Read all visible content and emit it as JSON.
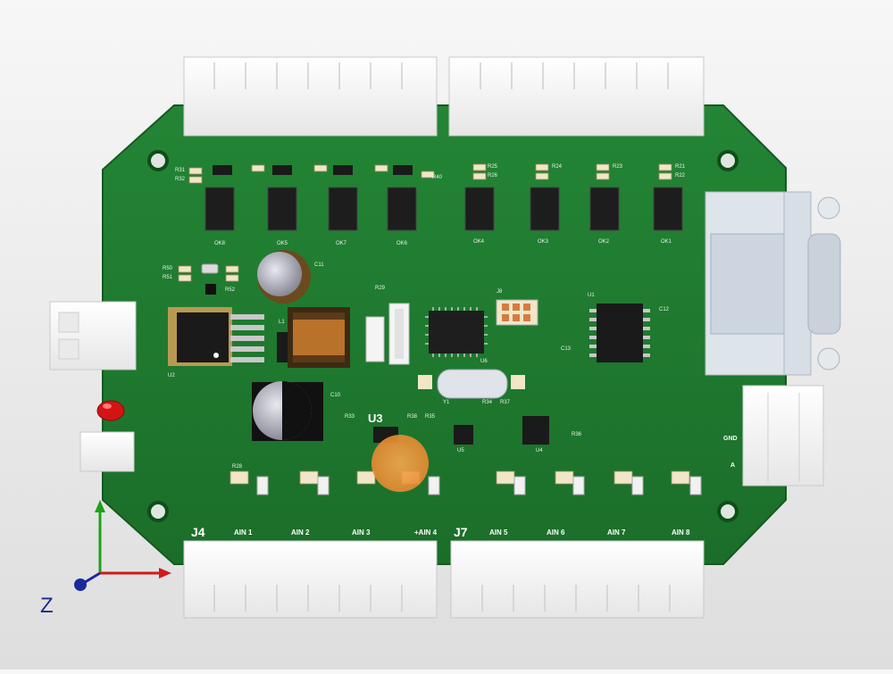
{
  "board": {
    "headers": {
      "j4": "J4",
      "j7": "J7",
      "u3": "U3"
    },
    "analog_inputs": [
      "AIN 1",
      "AIN 2",
      "AIN 3",
      "+AIN 4",
      "AIN 5",
      "AIN 6",
      "AIN 7",
      "AIN 8"
    ],
    "optocouplers": [
      "OK8",
      "OK5",
      "OK7",
      "OK6",
      "OK4",
      "OK3",
      "OK2",
      "OK1"
    ],
    "right_terminal": [
      "GND",
      "A"
    ],
    "ic_labels": [
      "U2",
      "U6",
      "U5",
      "U4",
      "U1",
      "C10",
      "C11",
      "C12",
      "C13",
      "L1",
      "Y1",
      "J8"
    ],
    "resistor_labels": [
      "R33",
      "R34",
      "R37",
      "R38",
      "R35",
      "R36",
      "R29",
      "R40",
      "R25",
      "R26",
      "R24",
      "R23",
      "R21",
      "R22",
      "R52",
      "R51",
      "R50",
      "R31",
      "R32",
      "R28"
    ]
  },
  "axes": {
    "z_label": "Z",
    "x_color": "#d11a1a",
    "y_color": "#1aa31a",
    "z_color": "#1a2a9a"
  },
  "colors": {
    "pcb": "#1f7a2e",
    "pcb_dark": "#175f23",
    "terminal": "#f4f4f4",
    "highlight": "#f0a040"
  }
}
